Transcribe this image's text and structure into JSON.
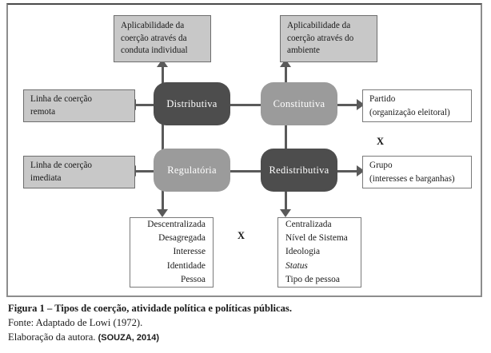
{
  "figure": {
    "nodes": [
      {
        "id": "distributiva",
        "label": "Distributiva",
        "tone": "dark"
      },
      {
        "id": "constitutiva",
        "label": "Constitutiva",
        "tone": "light"
      },
      {
        "id": "regulatoria",
        "label": "Regulatória",
        "tone": "light"
      },
      {
        "id": "redistributiva",
        "label": "Redistributiva",
        "tone": "dark"
      }
    ],
    "top_boxes": [
      {
        "id": "aplicabilidade-conduta",
        "line1": "Aplicabilidade da",
        "line2": "coerção através da",
        "line3": "conduta individual"
      },
      {
        "id": "aplicabilidade-ambiente",
        "line1": "Aplicabilidade da",
        "line2": "coerção através do",
        "line3": "ambiente"
      }
    ],
    "left_boxes": [
      {
        "id": "coercao-remota",
        "line1": "Linha de coerção",
        "line2": "remota"
      },
      {
        "id": "coercao-imediata",
        "line1": "Linha de coerção",
        "line2": "imediata"
      }
    ],
    "right_boxes": [
      {
        "id": "partido",
        "line1": "Partido",
        "line2": "(organização eleitoral)"
      },
      {
        "id": "grupo",
        "line1": "Grupo",
        "line2": "(interesses e barganhas)"
      }
    ],
    "bottom_boxes": [
      {
        "id": "descentralizada-lista",
        "items": [
          "Descentralizada",
          "Desagregada",
          "Interesse",
          "Identidade",
          "Pessoa"
        ]
      },
      {
        "id": "centralizada-lista",
        "items": [
          "Centralizada",
          "Nível de Sistema",
          "Ideologia",
          "Status",
          "Tipo de pessoa"
        ],
        "italic_index": 3
      }
    ],
    "x_marks": [
      {
        "id": "x-right",
        "label": "X"
      },
      {
        "id": "x-bottom",
        "label": "X"
      }
    ],
    "colors": {
      "node_dark": "#4d4d4d",
      "node_light": "#9b9b9b",
      "shaded_fill": "#c8c8c8",
      "connector": "#5a5a5a",
      "frame_border": "#8d8d8d"
    }
  },
  "caption": {
    "title": "Figura 1 – Tipos de coerção, atividade política e políticas públicas.",
    "source": "Fonte: Adaptado de Lowi (1972).",
    "author": "Elaboração da autora.",
    "author_tag": "(SOUZA, 2014)"
  }
}
